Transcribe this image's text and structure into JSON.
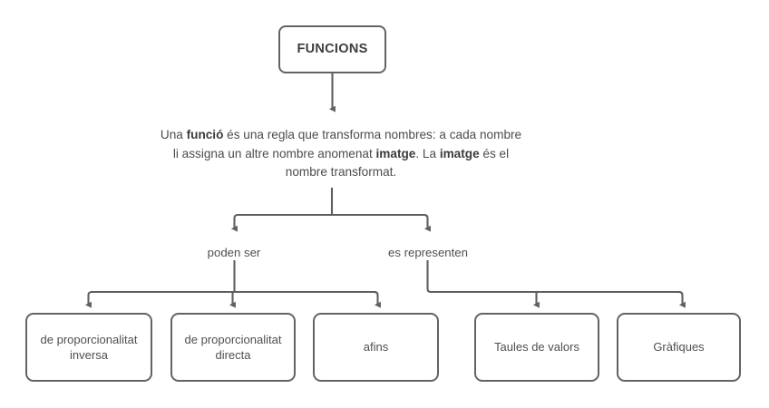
{
  "diagram": {
    "title": "FUNCIONS",
    "language": "ca",
    "root": {
      "id": "root",
      "label": "FUNCIONS"
    },
    "definition": {
      "id": "definition",
      "full_text": "Una funció és una regla que transforma nombres: a cada nombre li assigna un altre nombre anomenat imatge. La imatge és el nombre transformat.",
      "segments": [
        {
          "text": "Una ",
          "bold": false
        },
        {
          "text": "funció",
          "bold": true
        },
        {
          "text": " és una regla que transforma nombres: a cada nombre li assigna un altre nombre anomenat ",
          "bold": false
        },
        {
          "text": "imatge",
          "bold": true
        },
        {
          "text": ". La ",
          "bold": false
        },
        {
          "text": "imatge",
          "bold": true
        },
        {
          "text": " és el nombre transformat.",
          "bold": false
        }
      ]
    },
    "branches": [
      {
        "id": "poden-ser",
        "label": "poden ser"
      },
      {
        "id": "es-representen",
        "label": "es representen"
      }
    ],
    "leaves": [
      {
        "id": "leaf-0",
        "label": "de proporcionalitat inversa",
        "branch": "poden-ser"
      },
      {
        "id": "leaf-1",
        "label": "de proporcionalitat directa",
        "branch": "poden-ser"
      },
      {
        "id": "leaf-2",
        "label": "afins",
        "branch": "poden-ser"
      },
      {
        "id": "leaf-3",
        "label": "Taules de valors",
        "branch": "es-representen"
      },
      {
        "id": "leaf-4",
        "label": "Gràfiques",
        "branch": "es-representen"
      }
    ],
    "colors": {
      "background": "#ffffff",
      "box_border": "#636363",
      "connector": "#5f5f5f",
      "text": "#4c4c4c",
      "bold_text": "#3b3b3b"
    }
  }
}
